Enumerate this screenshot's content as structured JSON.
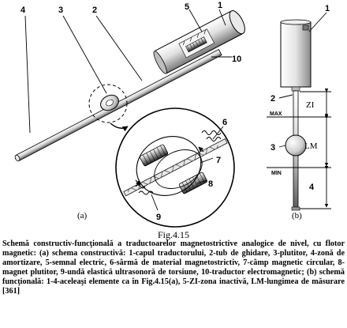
{
  "labels_a": {
    "n1": "1",
    "n2": "2",
    "n3": "3",
    "n4": "4",
    "n5": "5",
    "n6": "6",
    "n7": "7",
    "n8": "8",
    "n9": "9",
    "n10": "10",
    "sub": "(a)"
  },
  "labels_b": {
    "n1": "1",
    "n2": "2",
    "n3": "3",
    "n4": "4",
    "zi": "ZI",
    "lm": "LM",
    "max": "MAX",
    "min": "MIN",
    "sub": "(b)"
  },
  "figure_number": "Fig.4.15",
  "caption": "Schemă constructiv-funcţională a traductoarelor magnetostrictive analogice de nivel, cu flotor magnetic: (a) schema constructivă: 1-capul traductorului, 2-tub de ghidare, 3-plutitor, 4-zonă de amortizare, 5-semnal electric, 6-sârmă de material magnetostrictiv, 7-câmp magnetic circular, 8-magnet plutitor, 9-undă elastică ultrasonoră de torsiune, 10-traductor electromagnetic; (b) schemă funcţională: 1-4-aceleaşi elemente ca în Fig.4.15(a), 5-ZI-zona inactivă, LM-lungimea de măsurare [361]"
}
